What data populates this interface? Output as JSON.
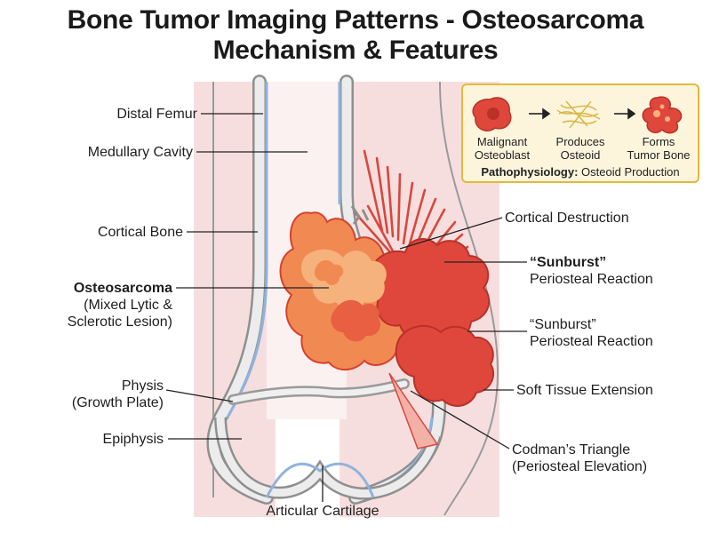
{
  "title": {
    "line1": "Bone Tumor Imaging Patterns - Osteosarcoma",
    "line2": "Mechanism & Features"
  },
  "labels": {
    "distal_femur": "Distal Femur",
    "medullary_cavity": "Medullary Cavity",
    "cortical_bone": "Cortical Bone",
    "osteosarcoma_bold": "Osteosarcoma",
    "osteosarcoma_l2": "(Mixed Lytic &",
    "osteosarcoma_l3": "Sclerotic Lesion)",
    "physis_l1": "Physis",
    "physis_l2": "(Growth Plate)",
    "epiphysis": "Epiphysis",
    "articular_cartilage": "Articular Cartilage",
    "cortical_destruction": "Cortical Destruction",
    "sunburst1_l1": "“Sunburst”",
    "sunburst1_l2": "Periosteal Reaction",
    "sunburst2_l1": "“Sunburst”",
    "sunburst2_l2": "Periosteal Reaction",
    "soft_tissue": "Soft Tissue Extension",
    "codman_l1": "Codman’s Triangle",
    "codman_l2": "(Periosteal Elevation)"
  },
  "inset": {
    "step1_l1": "Malignant",
    "step1_l2": "Osteoblast",
    "step2_l1": "Produces",
    "step2_l2": "Osteoid",
    "step3_l1": "Forms",
    "step3_l2": "Tumor Bone",
    "footer_bold": "Pathophysiology:",
    "footer_text": "Osteoid Production"
  },
  "colors": {
    "soft_tissue": "#f7dede",
    "bone_outline": "#8f8f8f",
    "bone_fill": "#eeeeee",
    "periosteum": "#8fb3dc",
    "tumor_red": "#e0473c",
    "tumor_orange": "#f08a52",
    "tumor_light": "#f6b27c",
    "inset_border": "#e3b93a",
    "inset_bg": "#fcf5dc"
  }
}
